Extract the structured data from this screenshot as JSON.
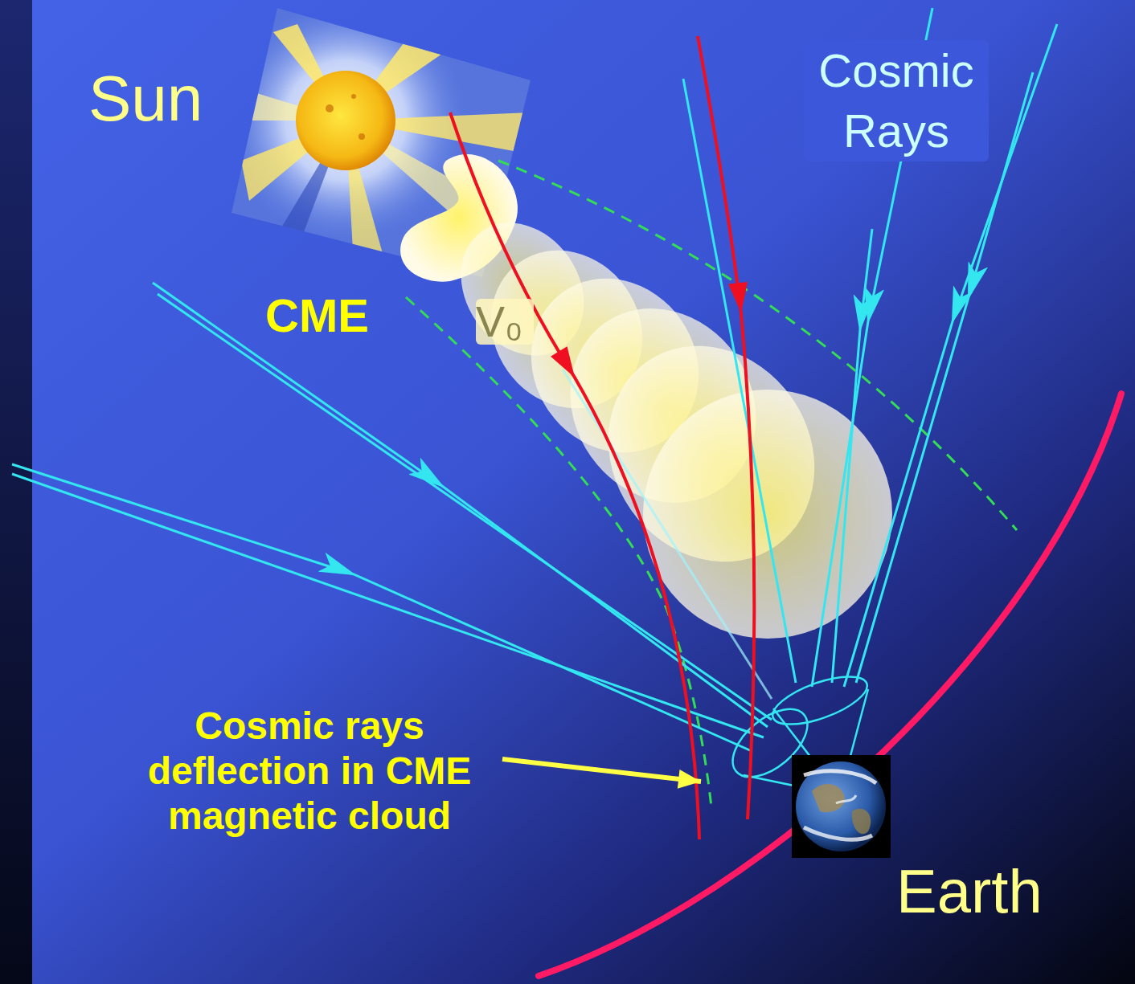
{
  "diagram": {
    "labels": [
      "Sun",
      "Cosmic Rays",
      "CME",
      "V₀",
      "Cosmic rays deflection in CME magnetic cloud",
      "Earth"
    ]
  }
}
